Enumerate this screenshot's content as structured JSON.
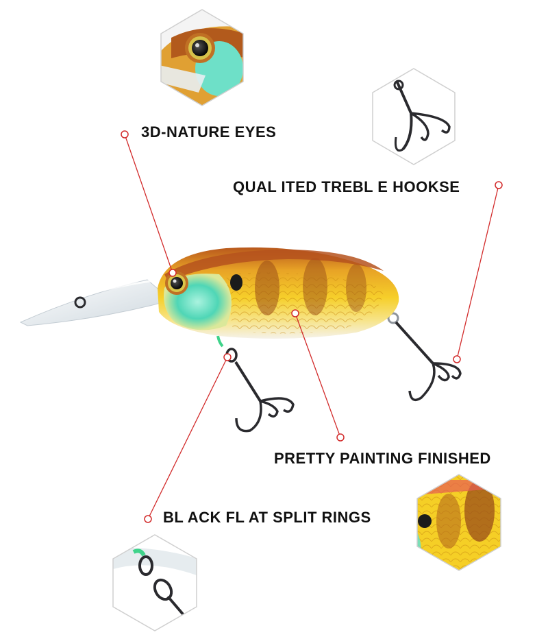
{
  "features": {
    "eyes": {
      "label": "3D-NATURE EYES"
    },
    "hooks": {
      "label": "QUAL ITED TREBL E HOOKSE"
    },
    "paint": {
      "label": "PRETTY PAINTING FINISHED"
    },
    "rings": {
      "label": "BL ACK FL AT SPLIT RINGS"
    }
  },
  "colors": {
    "callout_line": "#d22a2a",
    "hexagon_border": "#cfcfcf",
    "lure_yellow": "#f3c21a",
    "lure_orange": "#c8651f",
    "lure_green": "#4fd6b6",
    "lure_belly": "#f4f1ea",
    "lip_clear": "#e8eef2",
    "hook_dark": "#2a2a2e"
  },
  "icons": {
    "eye_closeup": "lure-eye-closeup-image",
    "hook_closeup": "treble-hook-closeup-image",
    "paint_closeup": "scale-paint-closeup-image",
    "ring_closeup": "split-ring-closeup-image"
  }
}
